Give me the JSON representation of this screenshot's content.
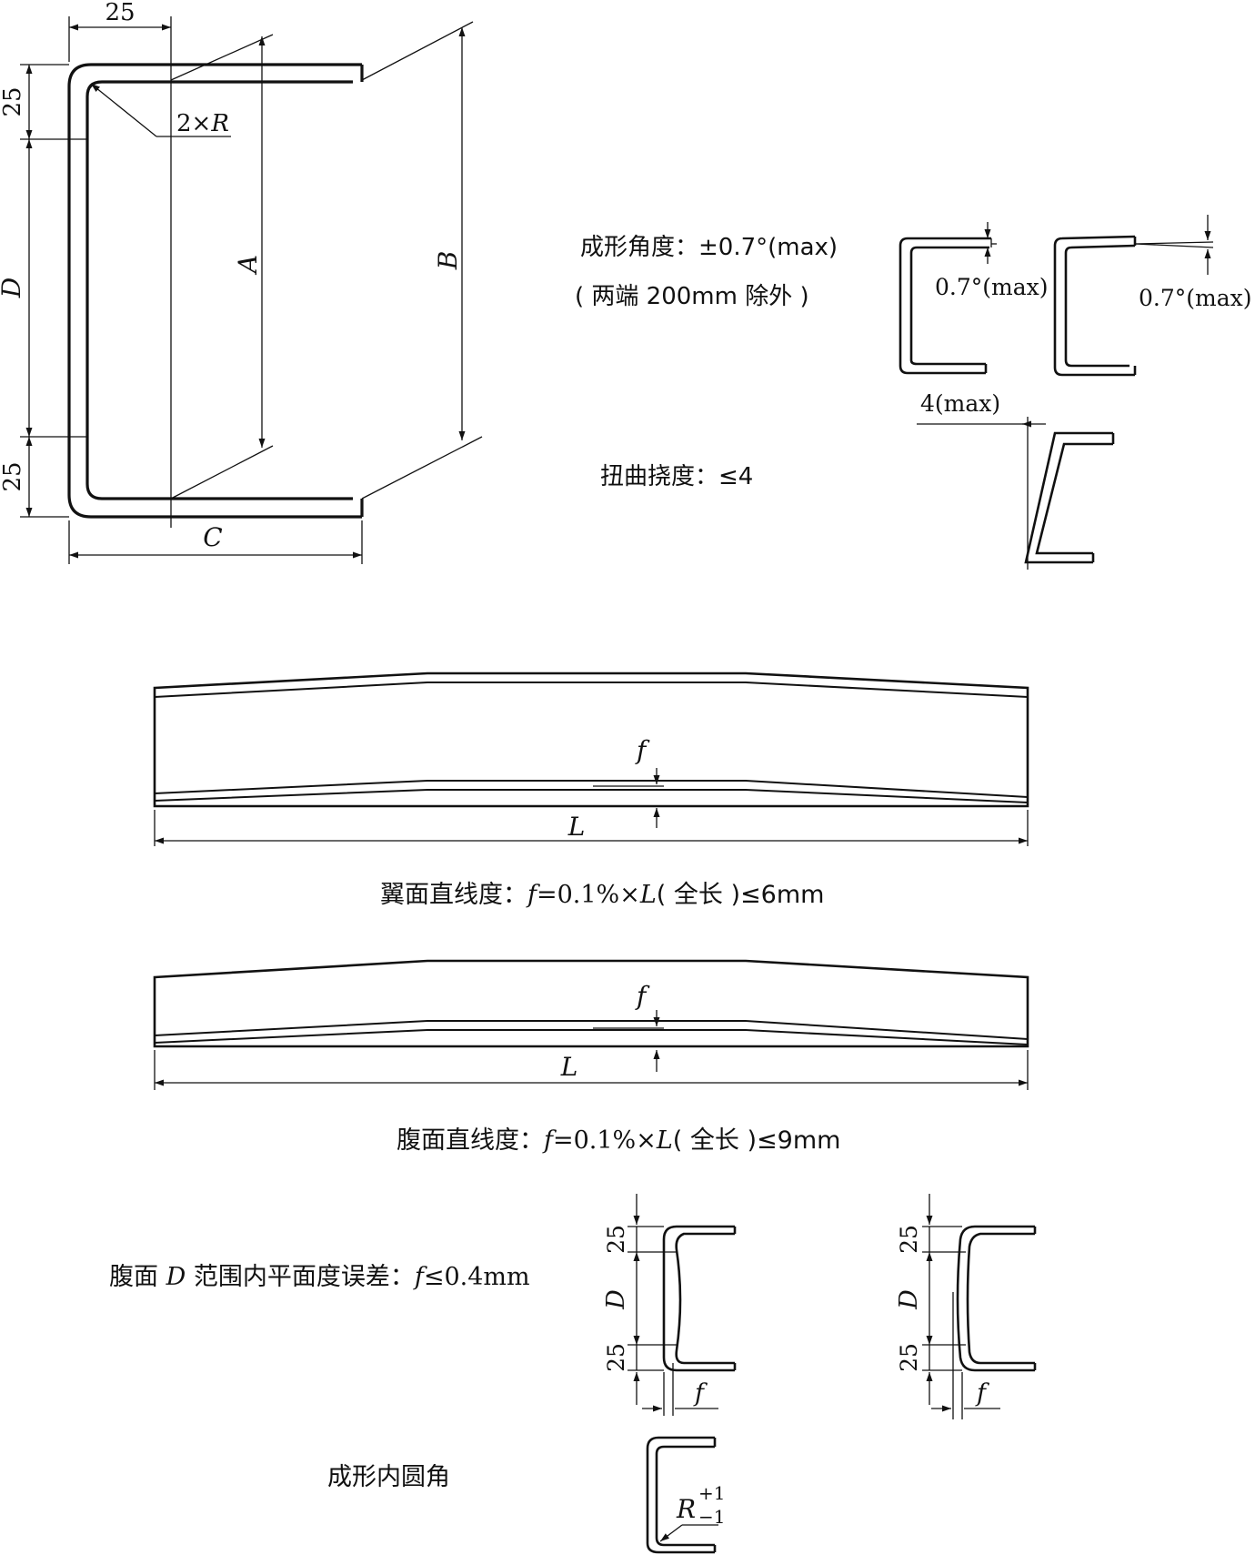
{
  "main_section": {
    "dim_top": "25",
    "dim_left_top": "25",
    "dim_left_bottom": "25",
    "dim_d": "D",
    "dim_a": "A",
    "dim_b": "B",
    "dim_c": "C",
    "radius_prefix": "2×",
    "radius_r": "R"
  },
  "forming_angle": {
    "line1": "成形角度：±0.7°(max)",
    "line2": "( 两端 200mm 除外 )",
    "label_left": "0.7°(max)",
    "label_right": "0.7°(max)"
  },
  "twist": {
    "label": "扭曲挠度：≤4",
    "dim": "4(max)"
  },
  "flange_straightness": {
    "f": "f",
    "l": "L",
    "caption_prefix": "翼面直线度：",
    "caption_f": "f",
    "caption_mid": "=0.1%×",
    "caption_l": "L",
    "caption_suffix": "( 全长 )≤6mm"
  },
  "web_straightness": {
    "f": "f",
    "l": "L",
    "caption_prefix": "腹面直线度：",
    "caption_f": "f",
    "caption_mid": "=0.1%×",
    "caption_l": "L",
    "caption_suffix": "( 全长 )≤9mm"
  },
  "flatness": {
    "caption_prefix": "腹面 ",
    "caption_d": "D",
    "caption_mid": " 范围内平面度误差：",
    "caption_f": "f",
    "caption_suffix": "≤0.4mm",
    "left_top": "25",
    "left_d": "D",
    "left_bottom": "25",
    "left_f": "f",
    "right_top": "25",
    "right_d": "D",
    "right_bottom": "25",
    "right_f": "f"
  },
  "inner_radius": {
    "label": "成形内圆角",
    "r": "R",
    "sup": "+1",
    "sub": "−1"
  }
}
